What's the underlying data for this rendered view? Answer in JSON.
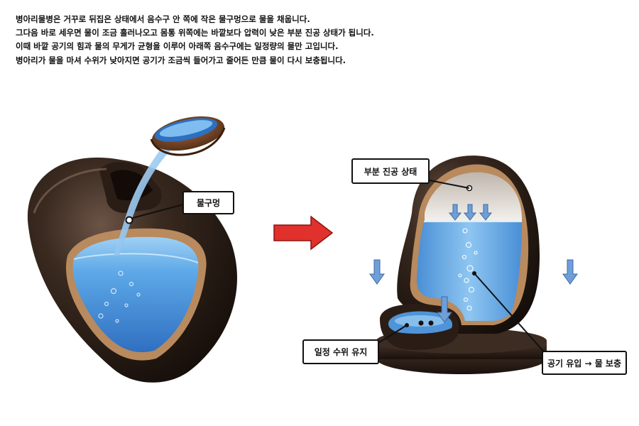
{
  "intro": {
    "lines": [
      "병아리물병은 거꾸로 뒤집은 상태에서 음수구 안 쪽에 작은 물구멍으로 물을 채웁니다.",
      "그다음 바로 세우면 물이 조금 흘러나오고 몸통 위쪽에는 바깥보다 압력이 낮은 부분 진공 상태가 됩니다.",
      "이때 바깥 공기의 힘과 물의 무게가 균형을 이루어 아래쪽 음수구에는 일정량의 물만 고입니다.",
      "병아리가 물을 마셔 수위가 낮아지면 공기가 조금씩 들어가고 줄어든 만큼 물이 다시 보충됩니다."
    ]
  },
  "labels": {
    "water_hole": "물구멍",
    "partial_vacuum": "부분 진공 상태",
    "constant_level": "일정 수위 유지",
    "air_inflow": "공기 유입 → 물 보충"
  },
  "colors": {
    "body_dark": "#2a1d16",
    "body_rim": "#a07a55",
    "water": "#5aa5e6",
    "water_light": "#a8d4f5",
    "vacuum": "#e9e4de",
    "arrow_blue": "#6f9fd8",
    "arrow_red": "#e0312d"
  }
}
